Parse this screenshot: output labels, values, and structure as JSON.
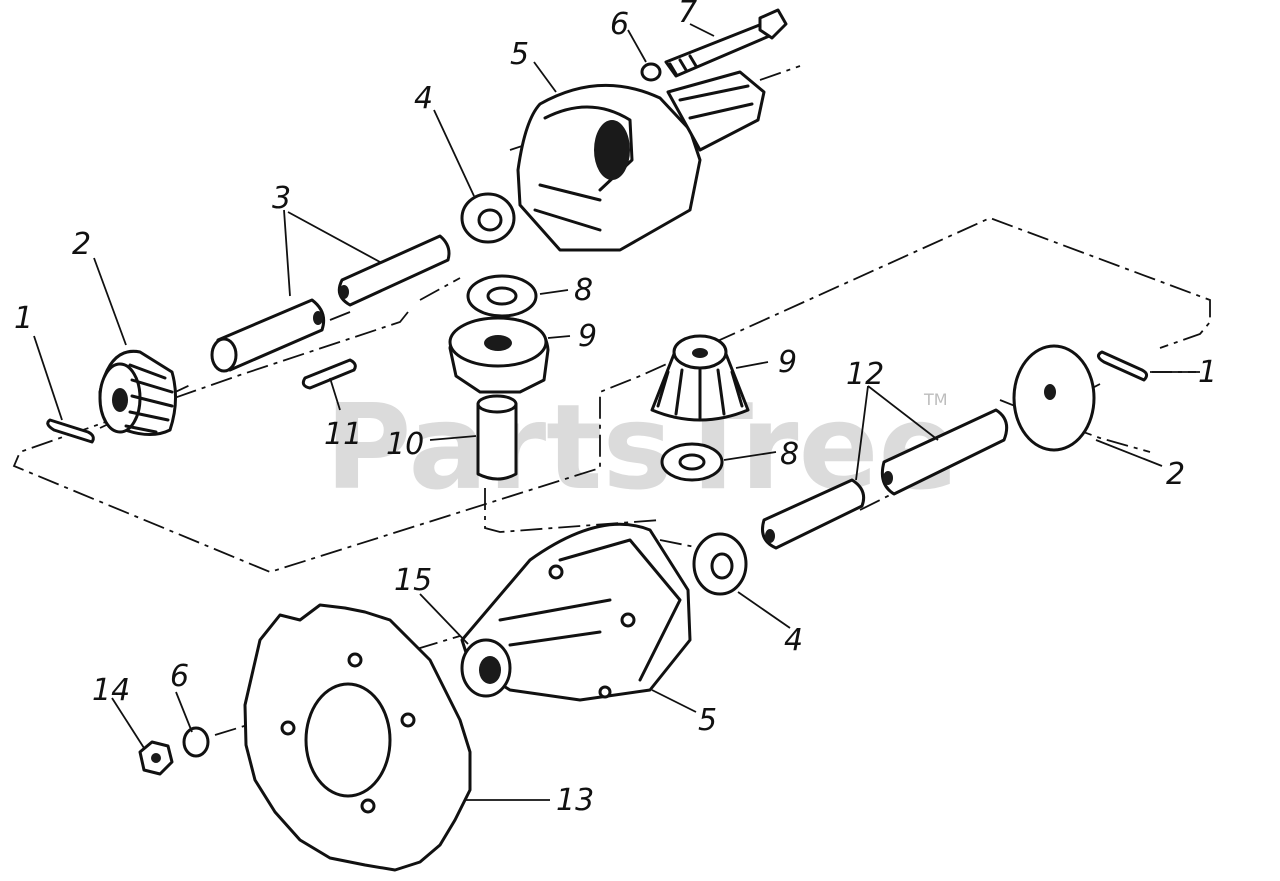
{
  "watermark": {
    "text": "PartsTree",
    "trademark": "TM"
  },
  "callouts": [
    {
      "id": "c1a",
      "label": "1"
    },
    {
      "id": "c1b",
      "label": "1"
    },
    {
      "id": "c2a",
      "label": "2"
    },
    {
      "id": "c2b",
      "label": "2"
    },
    {
      "id": "c3",
      "label": "3"
    },
    {
      "id": "c4a",
      "label": "4"
    },
    {
      "id": "c4b",
      "label": "4"
    },
    {
      "id": "c5a",
      "label": "5"
    },
    {
      "id": "c5b",
      "label": "5"
    },
    {
      "id": "c6a",
      "label": "6"
    },
    {
      "id": "c6b",
      "label": "6"
    },
    {
      "id": "c7",
      "label": "7"
    },
    {
      "id": "c8a",
      "label": "8"
    },
    {
      "id": "c8b",
      "label": "8"
    },
    {
      "id": "c9a",
      "label": "9"
    },
    {
      "id": "c9b",
      "label": "9"
    },
    {
      "id": "c10",
      "label": "10"
    },
    {
      "id": "c11",
      "label": "11"
    },
    {
      "id": "c12",
      "label": "12"
    },
    {
      "id": "c13",
      "label": "13"
    },
    {
      "id": "c14",
      "label": "14"
    },
    {
      "id": "c15",
      "label": "15"
    }
  ]
}
